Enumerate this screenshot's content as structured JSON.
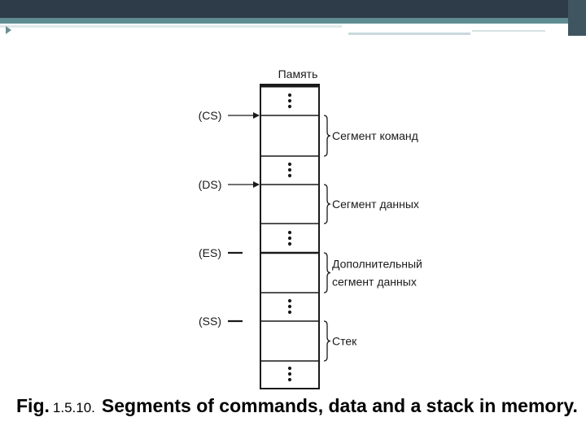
{
  "diagram": {
    "memory_title": "Память",
    "registers": [
      {
        "label": "(CS)",
        "style": "arrow"
      },
      {
        "label": "(DS)",
        "style": "arrow"
      },
      {
        "label": "(ES)",
        "style": "line"
      },
      {
        "label": "(SS)",
        "style": "line"
      }
    ],
    "segments": [
      {
        "lines": [
          "Сегмент команд"
        ]
      },
      {
        "lines": [
          "Сегмент данных"
        ]
      },
      {
        "lines": [
          "Дополнительный",
          "сегмент данных"
        ]
      },
      {
        "lines": [
          "Стек"
        ]
      }
    ]
  },
  "caption": {
    "prefix": "Fig.",
    "number": "1.5.10.",
    "text": "Segments of commands, data and a stack in memory."
  },
  "colors": {
    "header_dark": "#2e3b48",
    "header_teal": "#5f8c92"
  }
}
